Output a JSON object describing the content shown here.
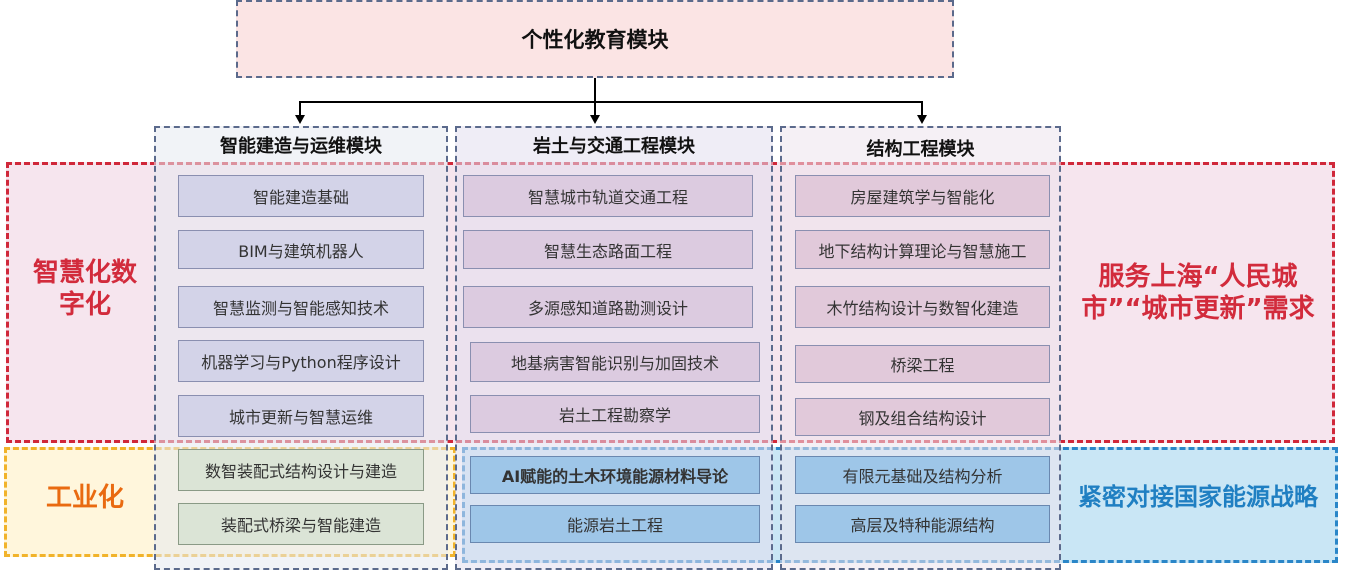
{
  "top_module": "个性化教育模块",
  "columns": [
    {
      "title": "智能建造与运维模块",
      "items": [
        "智能建造基础",
        "BIM与建筑机器人",
        "智慧监测与智能感知技术",
        "机器学习与Python程序设计",
        "城市更新与智慧运维"
      ],
      "industrial_items": [
        "数智装配式结构设计与建造",
        "装配式桥梁与智能建造"
      ]
    },
    {
      "title": "岩土与交通工程模块",
      "items": [
        "智慧城市轨道交通工程",
        "智慧生态路面工程",
        "多源感知道路勘测设计",
        "地基病害智能识别与加固技术",
        "岩土工程勘察学"
      ],
      "energy_items": [
        "AI赋能的土木环境能源材料导论",
        "能源岩土工程"
      ]
    },
    {
      "title": "结构工程模块",
      "items": [
        "房屋建筑学与智能化",
        "地下结构计算理论与智慧施工",
        "木竹结构设计与数智化建造",
        "桥梁工程",
        "钢及组合结构设计"
      ],
      "energy_items": [
        "有限元基础及结构分析",
        "高层及特种能源结构"
      ]
    }
  ],
  "side_labels": {
    "digital": "智慧化数字化",
    "industrial": "工业化",
    "shanghai": "服务上海“人民城市”“城市更新”需求",
    "energy": "紧密对接国家能源战略"
  },
  "colors": {
    "digital_band": "#d0283a",
    "industrial_band": "#f1b32b",
    "energy_band": "#2a86c8"
  }
}
